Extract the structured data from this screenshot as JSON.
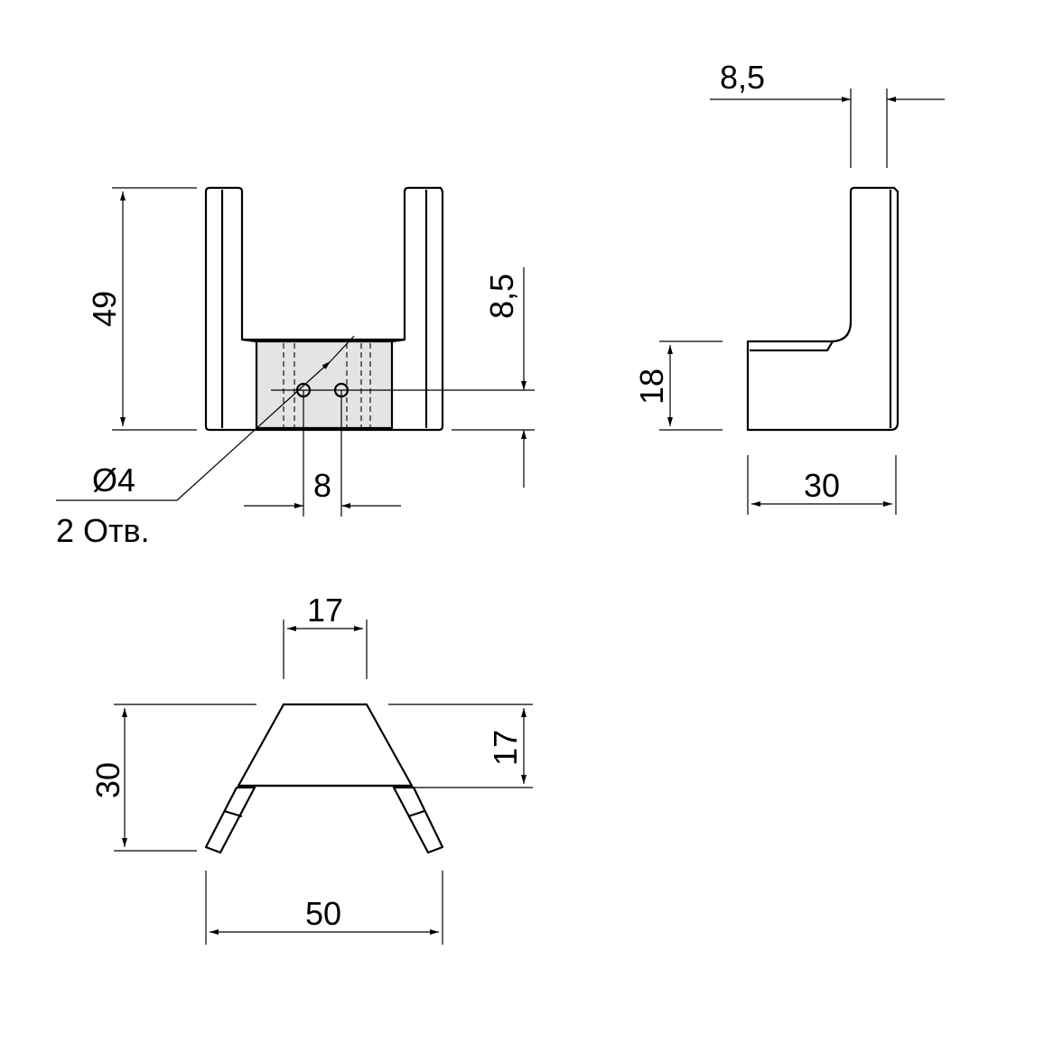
{
  "dimensions": {
    "front_height": "49",
    "hole_offset": "8,5",
    "hole_spacing": "8",
    "hole_callout_diameter": "Ø4",
    "hole_callout_count": "2 Отв.",
    "side_wall_thickness": "8,5",
    "side_base_height": "18",
    "side_depth": "30",
    "top_inner_width": "17",
    "top_depth": "30",
    "top_front_depth": "17",
    "top_total_width": "50"
  },
  "colors": {
    "line": "#000000",
    "shading": "#e4e4e4",
    "background": "#ffffff"
  }
}
